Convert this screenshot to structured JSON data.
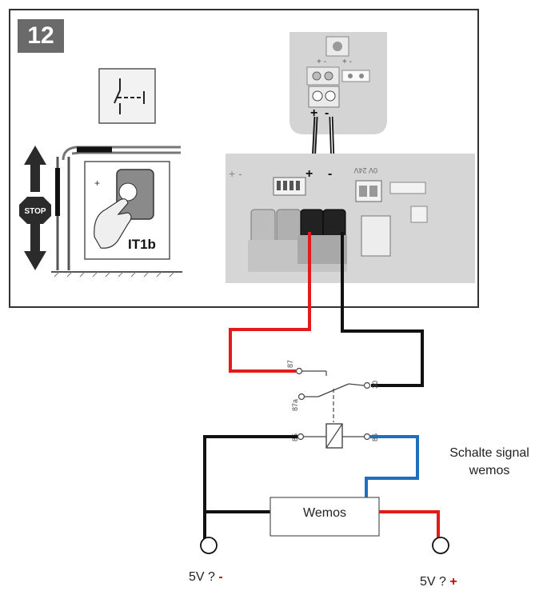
{
  "figure": {
    "step_number": "12",
    "product_label": "IT1b",
    "stop_sign_text": "STOP",
    "terminal_plus_minus": "+  -",
    "board_label": "0V 24V",
    "relay_terminal_87a": "87a",
    "relay_terminal_87": "87",
    "relay_terminal_30": "30",
    "relay_terminal_85": "85",
    "relay_terminal_86": "86"
  },
  "annotation": {
    "line1": "Schalte signal",
    "line2": "wemos"
  },
  "wemos_box": {
    "label": "Wemos"
  },
  "power": {
    "negative_prefix": "5V ? ",
    "negative_sign": "-",
    "positive_prefix": "5V ? ",
    "positive_sign": "+"
  },
  "colors": {
    "positive_wire": "#e41b1b",
    "ground_wire": "#111111",
    "signal_wire": "#1f6fbf",
    "frame_border": "#333333",
    "device_gray": "#d4d4d4"
  }
}
